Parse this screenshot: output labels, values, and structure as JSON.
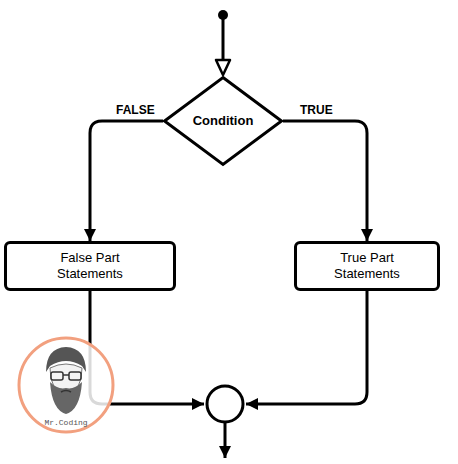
{
  "diagram": {
    "nodes": [
      {
        "text": [
          "Condition"
        ]
      },
      {
        "text": [
          "False Part Statements"
        ]
      },
      {
        "text": [
          "True Part Statements"
        ]
      }
    ],
    "edges": [
      {
        "from": 0,
        "to": 1,
        "label": "FALSE",
        "arrow": "to"
      },
      {
        "from": 0,
        "to": 2,
        "label": "TRUE",
        "arrow": "to"
      }
    ],
    "labels": [
      "Mr.Coding"
    ]
  }
}
